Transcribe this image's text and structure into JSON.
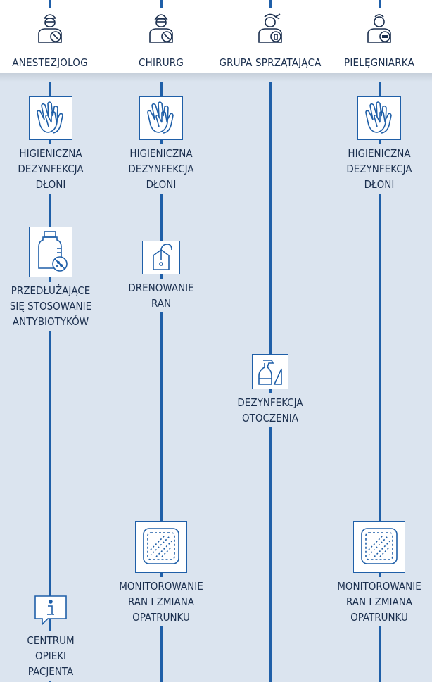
{
  "roles": [
    {
      "label": "ANESTEZJOLOG",
      "icon": "anesthesiologist-icon"
    },
    {
      "label": "CHIRURG",
      "icon": "surgeon-icon"
    },
    {
      "label": "GRUPA SPRZĄTAJĄCA",
      "icon": "cleaning-staff-icon"
    },
    {
      "label": "PIELĘGNIARKA",
      "icon": "nurse-icon"
    }
  ],
  "steps": {
    "anesthesiologist_hand": "HIGIENICZNA\nDEZYNFEKCJA\nDŁONI",
    "surgeon_hand": "HIGIENICZNA\nDEZYNFEKCJA\nDŁONI",
    "nurse_hand": "HIGIENICZNA\nDEZYNFEKCJA\nDŁONI",
    "antibiotics": "PRZEDŁUŻAJĄCE\nSIĘ STOSOWANIE\nANTYBIOTYKÓW",
    "drainage": "DRENOWANIE\nRAN",
    "environment": "DEZYNFEKCJA\nOTOCZENIA",
    "surgeon_dressing": "MONITOROWANIE\nRAN I ZMIANA\nOPATRUNKU",
    "nurse_dressing": "MONITOROWANIE\nRAN I ZMIANA\nOPATRUNKU",
    "patient_center": "CENTRUM\nOPIEKI\nPACJENTA"
  },
  "colors": {
    "accent": "#1f5fa8",
    "background": "#dbe4ef",
    "text": "#1b2f4e"
  }
}
